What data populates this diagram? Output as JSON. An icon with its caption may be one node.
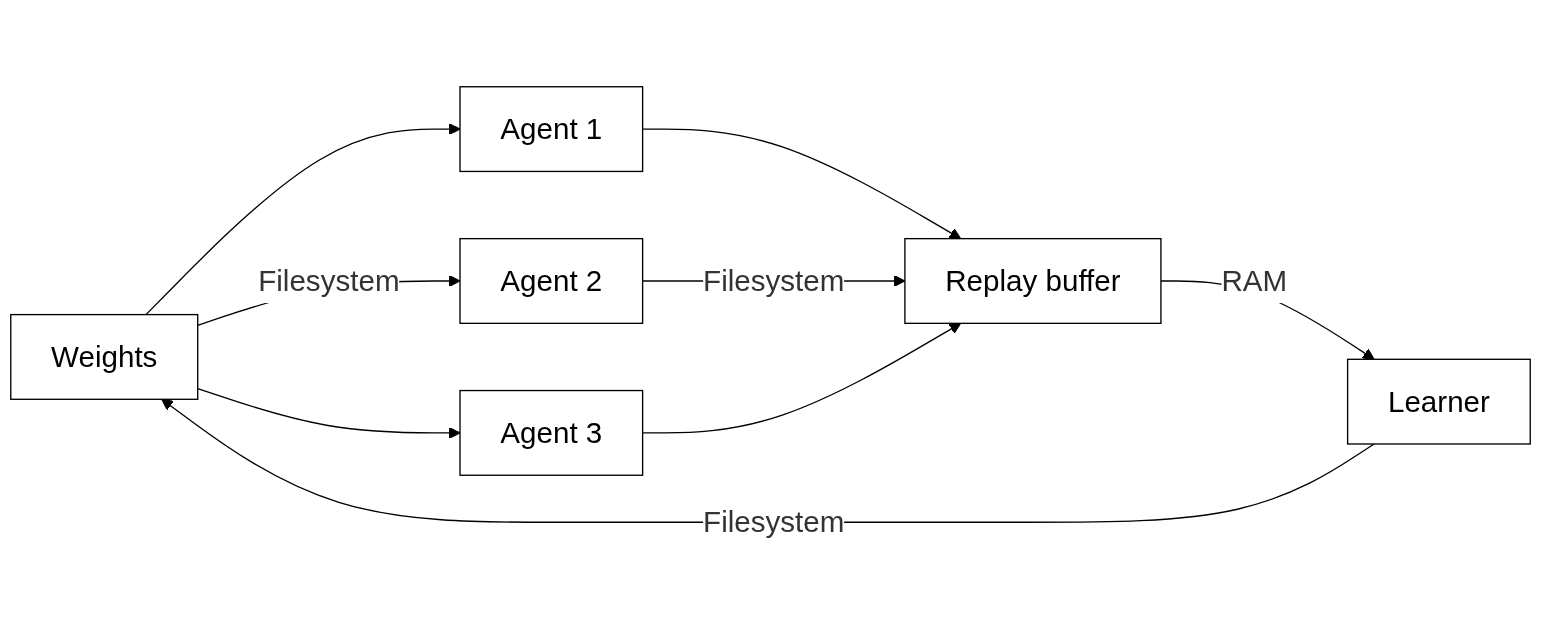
{
  "diagram": {
    "nodes": [
      {
        "text": [
          "Weights"
        ]
      },
      {
        "text": [
          "Agent 1"
        ]
      },
      {
        "text": [
          "Agent 2"
        ]
      },
      {
        "text": [
          "Agent 3"
        ]
      },
      {
        "text": [
          "Replay buffer"
        ]
      },
      {
        "text": [
          "Learner"
        ]
      }
    ],
    "edges": [
      {
        "from": 0,
        "to": 1,
        "arrow": "to"
      },
      {
        "from": 0,
        "to": 2,
        "arrow": "to",
        "label": "Filesystem"
      },
      {
        "from": 0,
        "to": 3,
        "arrow": "to"
      },
      {
        "from": 1,
        "to": 4,
        "arrow": "to"
      },
      {
        "from": 2,
        "to": 4,
        "arrow": "to",
        "label": "Filesystem"
      },
      {
        "from": 3,
        "to": 4,
        "arrow": "to"
      },
      {
        "from": 4,
        "to": 5,
        "arrow": "to",
        "label": "RAM"
      },
      {
        "from": 5,
        "to": 0,
        "arrow": "to",
        "label": "Filesystem"
      }
    ]
  }
}
